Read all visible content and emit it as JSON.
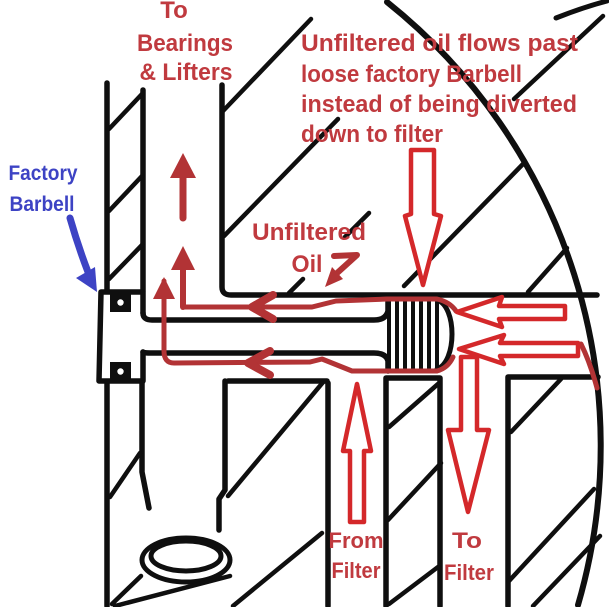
{
  "labels": {
    "to_bearings": {
      "line1": "To",
      "line2": "Bearings",
      "line3": "& Lifters"
    },
    "note": {
      "line1": "Unfiltered oil flows past",
      "line2": "loose factory Barbell",
      "line3": "instead of being diverted",
      "line4": "down to filter"
    },
    "unfiltered_oil": {
      "line1": "Unfiltered",
      "line2": "Oil"
    },
    "factory_barbell": {
      "line1": "Factory",
      "line2": "Barbell"
    },
    "from_filter": {
      "line1": "From",
      "line2": "Filter"
    },
    "to_filter": {
      "line1": "To",
      "line2": "Filter"
    }
  },
  "colors": {
    "background": "#ffffff",
    "drawing": "#0f0f0f",
    "annotation_text": "#c03a3f",
    "flow_line": "#b23335",
    "arrow": "#d4282a",
    "callout": "#3d43c4"
  }
}
